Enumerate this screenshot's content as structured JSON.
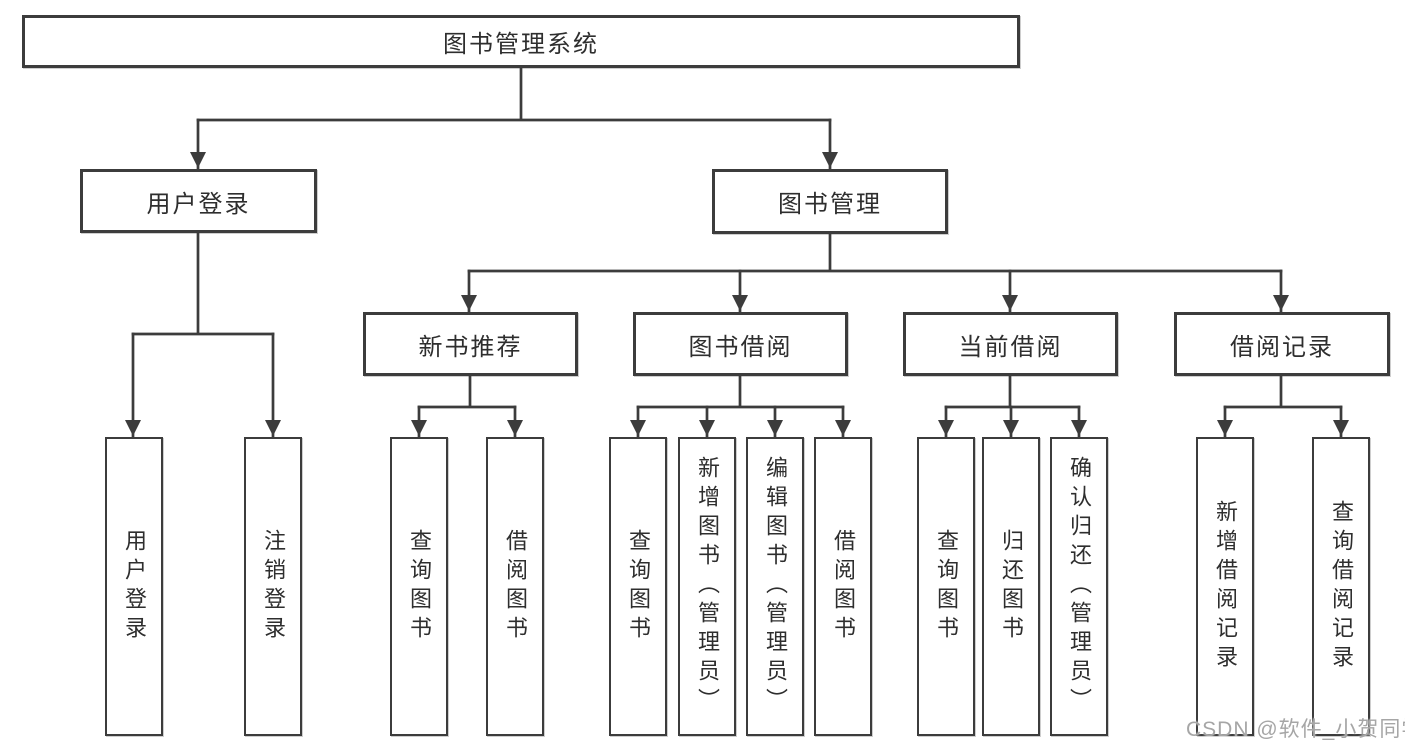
{
  "tree": {
    "root": {
      "label": "图书管理系统"
    },
    "children": [
      {
        "label": "用户登录",
        "children": [
          {
            "label": "用户登录"
          },
          {
            "label": "注销登录"
          }
        ]
      },
      {
        "label": "图书管理",
        "children": [
          {
            "label": "新书推荐",
            "children": [
              {
                "label": "查询图书"
              },
              {
                "label": "借阅图书"
              }
            ]
          },
          {
            "label": "图书借阅",
            "children": [
              {
                "label": "查询图书"
              },
              {
                "label": "新增图书（管理员）"
              },
              {
                "label": "编辑图书（管理员）"
              },
              {
                "label": "借阅图书"
              }
            ]
          },
          {
            "label": "当前借阅",
            "children": [
              {
                "label": "查询图书"
              },
              {
                "label": "归还图书"
              },
              {
                "label": "确认归还（管理员）"
              }
            ]
          },
          {
            "label": "借阅记录",
            "children": [
              {
                "label": "新增借阅记录"
              },
              {
                "label": "查询借阅记录"
              }
            ]
          }
        ]
      }
    ]
  },
  "watermark": {
    "text": "CSDN @软件_小贺同学"
  },
  "colors": {
    "line": "#3c3c3c",
    "box_border": "#3c3c3c",
    "text": "#2e2e2e",
    "watermark": "#a6a6a6",
    "background": "#ffffff"
  }
}
